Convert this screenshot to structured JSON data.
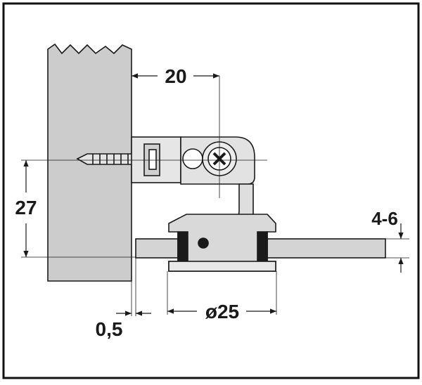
{
  "dimensions": {
    "offset": "20",
    "height": "27",
    "thickness": "4-6",
    "gap": "0,5",
    "diameter": "ø25"
  },
  "colors": {
    "ink": "#1a1a1a",
    "frame": "#111111",
    "panel": "#cccccc",
    "fitting": "#dedede",
    "shelf": "#d4d4d4",
    "background": "#ffffff"
  }
}
